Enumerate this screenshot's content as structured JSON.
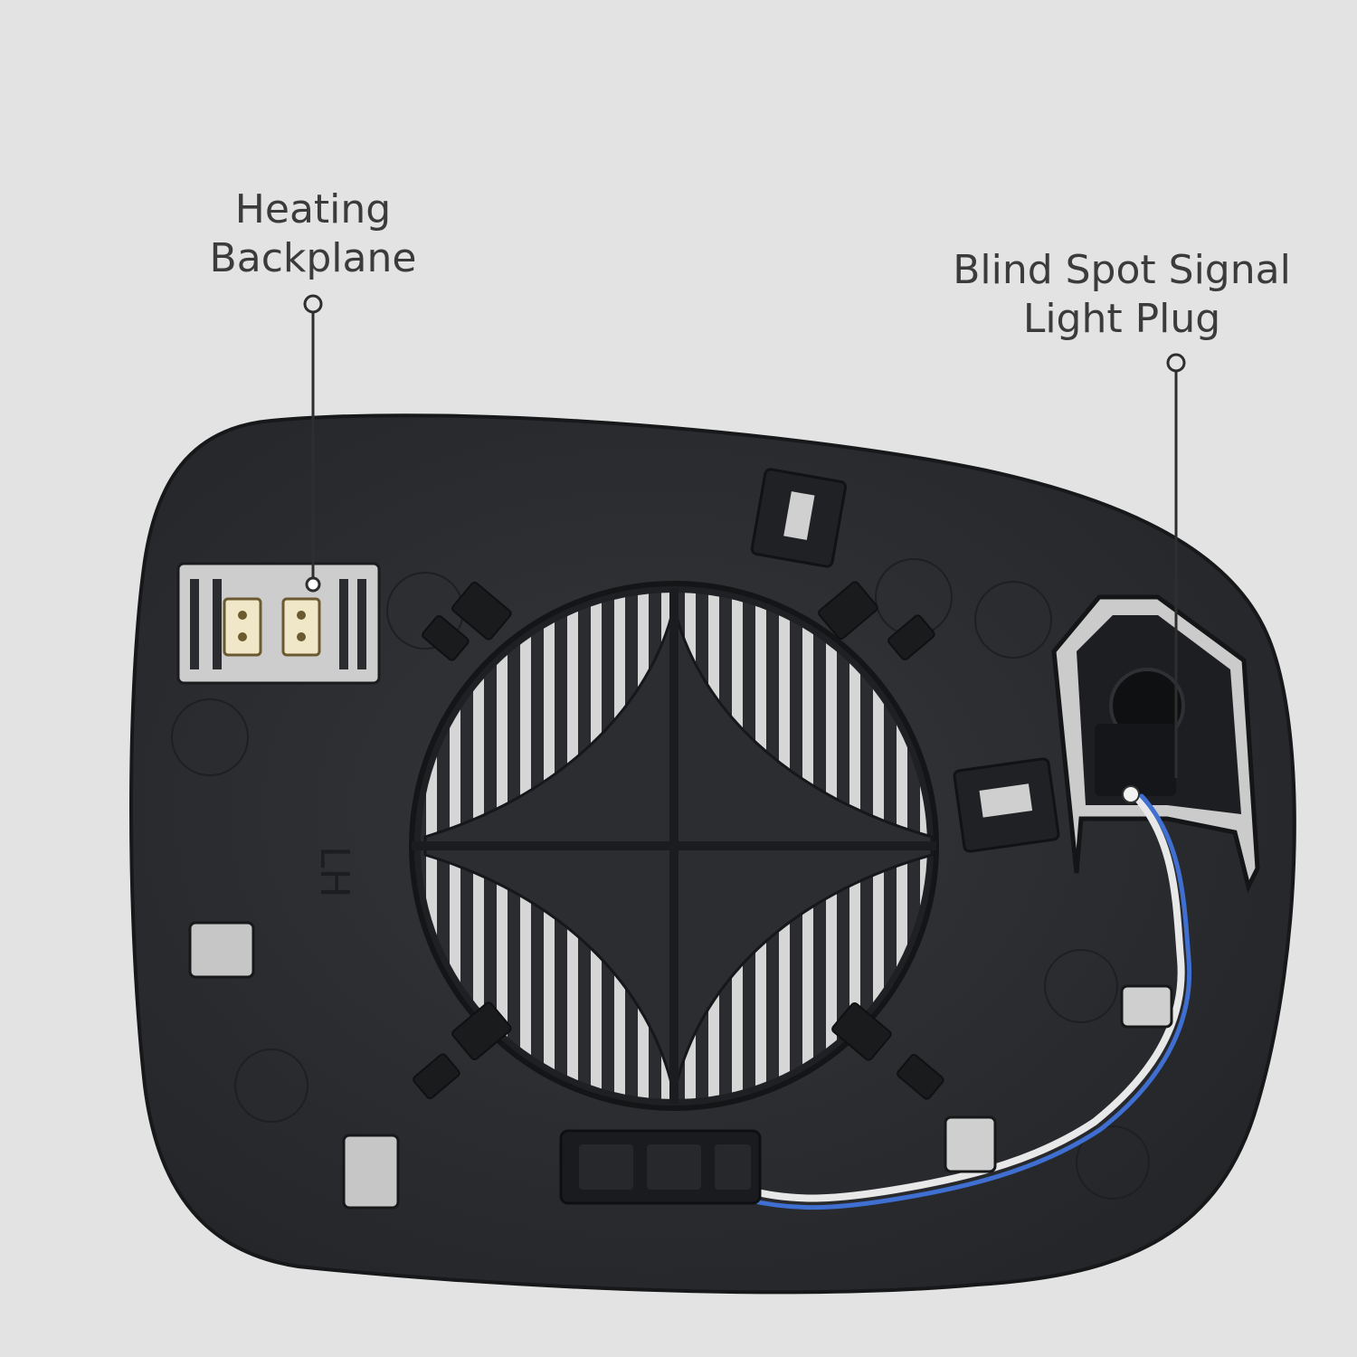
{
  "callouts": {
    "heating_backplane": {
      "lines": [
        "Heating",
        "Backplane"
      ]
    },
    "blind_spot_plug": {
      "lines": [
        "Blind Spot Signal",
        "Light Plug"
      ]
    }
  },
  "embossed_mark": "LH",
  "colors": {
    "background": "#e3e3e3",
    "mirror_body": "#2b2d30",
    "metal_strips": "#cfcfcf",
    "callout_text": "#3b3b3b",
    "wire_blue": "#3f6fd1",
    "wire_white": "#e8e8e8"
  }
}
